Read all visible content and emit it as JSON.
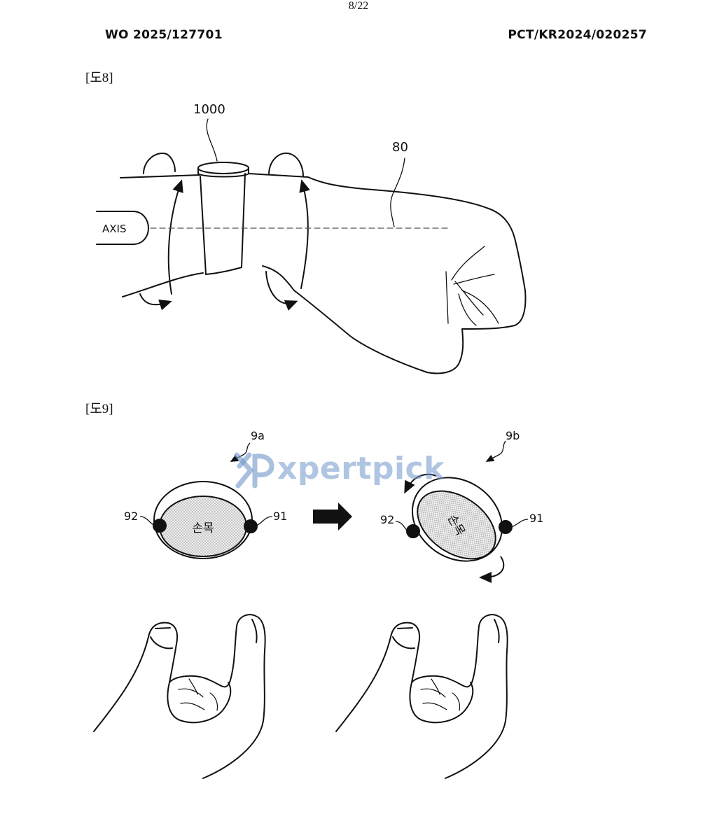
{
  "header": {
    "page_number": "8/22",
    "publication_number": "WO 2025/127701",
    "application_number": "PCT/KR2024/020257"
  },
  "figure8": {
    "label": "[도8]",
    "ref_device": "1000",
    "ref_arm": "80",
    "axis_label": "AXIS"
  },
  "figure9": {
    "label": "[도9]",
    "ref_state_a": "9a",
    "ref_state_b": "9b",
    "ref_electrode_left": "92",
    "ref_electrode_right": "91",
    "wrist_text": "손목"
  },
  "watermark": {
    "text": "xpertpick",
    "color": "#6e96c8"
  }
}
